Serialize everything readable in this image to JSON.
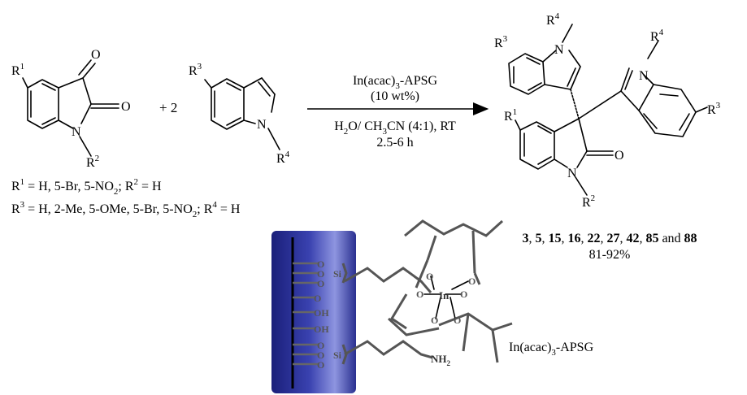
{
  "reactant1": {
    "r1": "R",
    "r1_sup": "1",
    "o1": "O",
    "o2": "O",
    "n": "N",
    "r2": "R",
    "r2_sup": "2"
  },
  "plus": "+ 2",
  "reactant2": {
    "r3": "R",
    "r3_sup": "3",
    "n": "N",
    "r4": "R",
    "r4_sup": "4"
  },
  "conditions": {
    "catalyst_pre": "In(acac)",
    "catalyst_sub": "3",
    "catalyst_post": "-APSG",
    "loading": "(10 wt%)",
    "solvent_pre": "H",
    "solvent_sub1": "2",
    "solvent_mid": "O/ CH",
    "solvent_sub2": "3",
    "solvent_post": "CN (4:1), RT",
    "time": "2.5-6 h"
  },
  "substituents": {
    "line1": {
      "a": "R",
      "a_sup": "1",
      "b": " = H, 5-Br, 5-NO",
      "b_sub": "2",
      "c": "; R",
      "c_sup": "2",
      "d": " = H"
    },
    "line2": {
      "a": "R",
      "a_sup": "3",
      "b": " = H, 2-Me, 5-OMe, 5-Br, 5-NO",
      "b_sub": "2",
      "c": "; R",
      "c_sup": "4",
      "d": " = H"
    }
  },
  "product": {
    "r4a": "R",
    "r4a_sup": "4",
    "r3a": "R",
    "r3a_sup": "3",
    "na": "N",
    "r4b": "R",
    "r4b_sup": "4",
    "nb": "N",
    "r3b": "R",
    "r3b_sup": "3",
    "r1": "R",
    "r1_sup": "1",
    "o": "O",
    "n": "N",
    "r2": "R",
    "r2_sup": "2"
  },
  "compounds": {
    "c1": "3",
    "s1": ", ",
    "c2": "5",
    "s2": ", ",
    "c3": "15",
    "s3": ", ",
    "c4": "16",
    "s4": ", ",
    "c5": "22",
    "s5": ", ",
    "c6": "27",
    "s6": ", ",
    "c7": "42",
    "s7": ", ",
    "c8": "85",
    "s8": " and ",
    "c9": "88"
  },
  "yield": "81-92%",
  "catalyst_structure": {
    "surface_atoms": [
      "O",
      "O",
      "O",
      "O",
      "OH",
      "OH",
      "O",
      "O",
      "O"
    ],
    "si1": "Si",
    "si2": "Si",
    "metal": "In",
    "nh2": "NH",
    "nh2_sub": "2",
    "ligand_o": [
      "O",
      "O",
      "O",
      "O",
      "O",
      "O"
    ]
  },
  "catalyst_label": {
    "pre": "In(acac)",
    "sub": "3",
    "post": "-APSG"
  },
  "colors": {
    "support_dark": "#1a1f7a",
    "support_light": "#8e95e0",
    "ink": "#000000"
  }
}
